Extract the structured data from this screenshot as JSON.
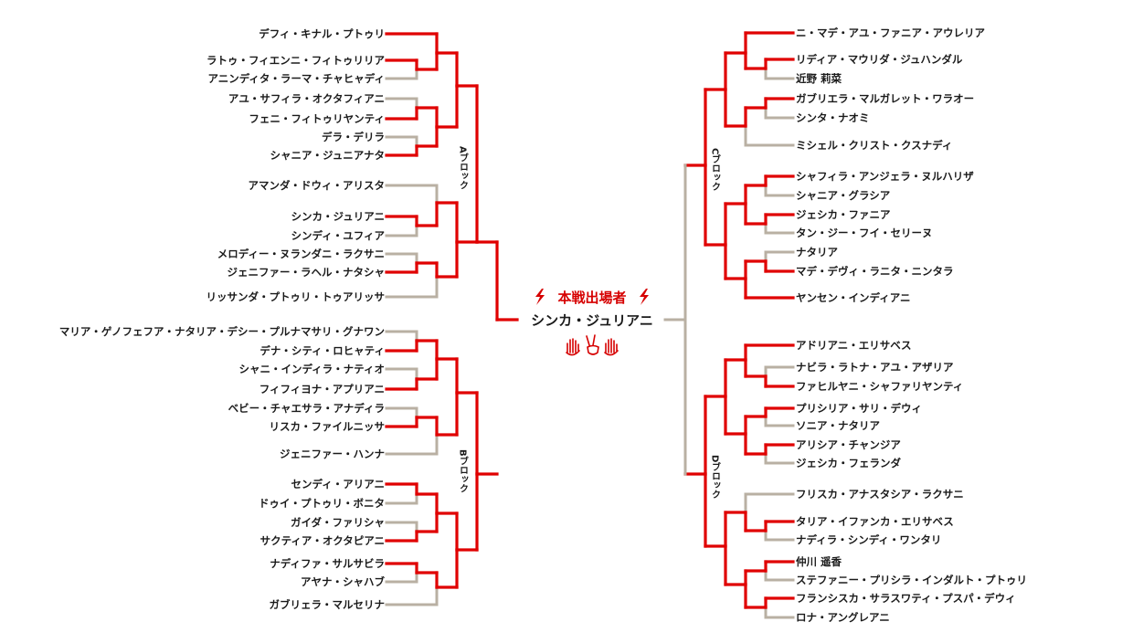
{
  "colors": {
    "winner": "#e00000",
    "line": "#b9b0a3",
    "text": "#1a1a1a",
    "accent": "#d60000"
  },
  "center": {
    "heading": "本戦出場者",
    "champion": "シンカ・ジュリアニ",
    "icons": [
      "hand-open-icon",
      "hand-peace-icon",
      "hand-open-icon"
    ]
  },
  "blocks": {
    "A": "Aブロック",
    "B": "Bブロック",
    "C": "Cブロック",
    "D": "Dブロック"
  },
  "entrants": {
    "A": [
      "デフィ・キナル・プトゥリ",
      "ラトゥ・フィエンニ・フィトゥリリア",
      "アニンディタ・ラーマ・チャヒャディ",
      "アユ・サフィラ・オクタフィアニ",
      "フェニ・フィトゥリヤンティ",
      "デラ・デリラ",
      "シャニア・ジュニアナタ",
      "アマンダ・ドウィ・アリスタ",
      "シンカ・ジュリアニ",
      "シンディ・ユフィア",
      "メロディー・ヌランダニ・ラクサニ",
      "ジェニファー・ラヘル・ナタシャ",
      "リッサンダ・プトゥリ・トゥアリッサ"
    ],
    "B": [
      "マリア・ゲノフェフア・ナタリア・デシー・プルナマサリ・グナワン",
      "デナ・シティ・ロヒャティ",
      "シャニ・インディラ・ナティオ",
      "フィフィヨナ・アプリアニ",
      "ベビー・チャエサラ・アナディラ",
      "リスカ・ファイルニッサ",
      "ジェニファー・ハンナ",
      "センディ・アリアニ",
      "ドゥイ・プトゥリ・ボニタ",
      "ガイダ・ファリシャ",
      "サクティア・オクタピアニ",
      "ナディファ・サルサビラ",
      "アヤナ・シャハブ",
      "ガブリェラ・マルセリナ"
    ],
    "C": [
      "ニ・マデ・アユ・ファニア・アウレリア",
      "リディア・マウリダ・ジュハンダル",
      "近野 莉菜",
      "ガブリエラ・マルガレット・ワラオー",
      "シンタ・ナオミ",
      "ミシェル・クリスト・クスナディ",
      "シャフィラ・アンジェラ・ヌルハリザ",
      "シャニア・グラシア",
      "ジェシカ・ファニア",
      "タン・ジー・フイ・セリーヌ",
      "ナタリア",
      "マデ・デヴィ・ラニタ・ニンタラ",
      "ヤンセン・インディアニ"
    ],
    "D": [
      "アドリアニ・エリサベス",
      "ナビラ・ラトナ・アユ・アザリア",
      "ファヒルヤニ・シャファリヤンティ",
      "プリシリア・サリ・デウィ",
      "ソニア・ナタリア",
      "アリシア・チャンジア",
      "ジェシカ・フェランダ",
      "フリスカ・アナスタシア・ラクサニ",
      "タリア・イファンカ・エリサベス",
      "ナディラ・シンディ・ワンタリ",
      "仲川 遥香",
      "ステファニー・プリシラ・インダルト・プトゥリ",
      "フランシスカ・サラスワティ・プスパ・デウィ",
      "ロナ・アングレアニ"
    ]
  }
}
